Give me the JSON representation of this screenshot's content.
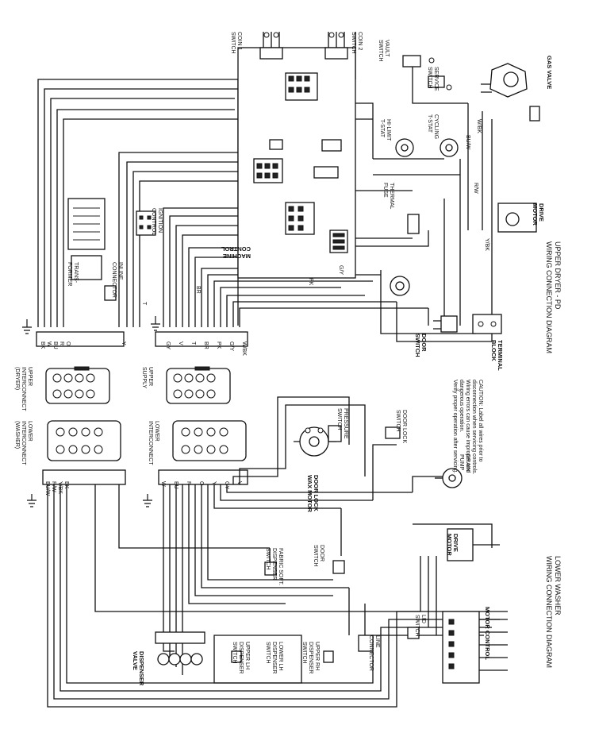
{
  "titles": {
    "upper": [
      "UPPER DRYER - PD",
      "WIRING CONNECTION DIAGRAM"
    ],
    "lower": [
      "LOWER WASHER",
      "WIRING CONNECTION DIAGRAM"
    ]
  },
  "caution_note": [
    "CAUTION: Label all wires prior to",
    "disconnection when servicing controls.",
    "Wiring errors can cause improper and",
    "dangerous operation.",
    "Verify proper operation after servicing."
  ],
  "dryer_labels": {
    "control": [
      "MACHINE",
      "CONTROL"
    ],
    "transformer": [
      "TRANS-",
      "FORMER"
    ],
    "inline_connector": [
      "INLINE",
      "CONNECTOR"
    ],
    "ignition_control": [
      "IGNITION",
      "CONTROL"
    ],
    "gas_valve": "GAS VALVE",
    "drive_motor": [
      "DRIVE",
      "MOTOR"
    ],
    "door_switch": [
      "DOOR",
      "SWITCH"
    ],
    "terminal_block": [
      "TERMINAL",
      "BLOCK"
    ],
    "thermal_fuse": [
      "THERMAL",
      "FUSE"
    ],
    "cycling_tstat": [
      "CYCLING",
      "T-STAT"
    ],
    "hi_limit_tstat": [
      "HI-LIMIT",
      "T-STAT"
    ],
    "coin_switch_1": [
      "COIN 1",
      "SWITCH"
    ],
    "coin_switch_2": [
      "COIN 2",
      "SWITCH"
    ],
    "vault_switch": [
      "VAULT",
      "SWITCH"
    ],
    "service_switch": [
      "SERVICE",
      "SWITCH"
    ],
    "upper_interconnect": [
      "UPPER",
      "INTERCONNECT",
      "(DRYER)"
    ],
    "upper_supply": [
      "UPPER",
      "SUPPLY"
    ]
  },
  "washer_labels": {
    "lower_interconnect": [
      "LOWER",
      "INTERCONNECT",
      "(WASHER)"
    ],
    "lower_supply": [
      "LOWER",
      "INTERCONNECT"
    ],
    "door_lock_wax_motor": [
      "DOOR LOCK",
      "WAX MOTOR"
    ],
    "pressure_switch": [
      "PRESSURE",
      "SWITCH"
    ],
    "door_lock_switch": [
      "DOOR LOCK",
      "SWITCH"
    ],
    "drain_pump": [
      "DRAIN",
      "PUMP"
    ],
    "drive_motor": [
      "DRIVE",
      "MOTOR"
    ],
    "motor_control": "MOTOR CONTROL",
    "door_switch": [
      "DOOR",
      "SWITCH"
    ],
    "lid_switch": [
      "LID",
      "SWITCH"
    ],
    "dispenser_valve": [
      "DISPENSER",
      "VALVE"
    ],
    "upper_lh_dispenser": [
      "UPPER LH",
      "DISPENSER",
      "SWITCH"
    ],
    "lower_lh_dispenser": [
      "LOWER LH",
      "DISPENSER",
      "SWITCH"
    ],
    "upper_rh_dispenser": [
      "UPPER RH",
      "DISPENSER",
      "SWITCH"
    ],
    "line_connector": [
      "LINE",
      "CONNECTOR"
    ],
    "softener": [
      "FABRIC SOFT.",
      "DISPENSER",
      "SWITCH"
    ]
  },
  "wire_codes": [
    "BK",
    "W",
    "BU",
    "R",
    "O",
    "Y",
    "GY",
    "V",
    "T",
    "BR",
    "PK",
    "G/Y",
    "W/BK",
    "BU/W",
    "R/W",
    "Y/BK"
  ]
}
